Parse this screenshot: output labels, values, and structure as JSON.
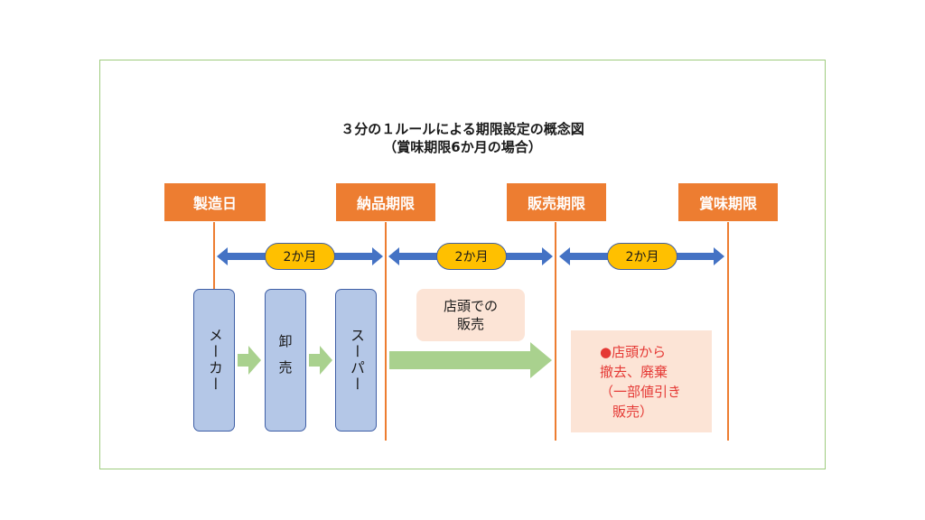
{
  "title_line1": "３分の１ルールによる期限設定の概念図",
  "title_line2": "（賞味期限6か月の場合）",
  "milestones": [
    "製造日",
    "納品期限",
    "販売期限",
    "賞味期限"
  ],
  "period_label": "2か月",
  "actors": {
    "maker": "メーカー",
    "wholesale": "卸売",
    "super": "スーパー"
  },
  "store_sale_line1": "店頭での",
  "store_sale_line2": "販売",
  "disposal": {
    "line1": "店頭から",
    "line2": "撤去、廃棄",
    "line3": "（一部値引き",
    "line4": "販売）"
  },
  "colors": {
    "milestone": "#ed7d31",
    "period_arrow": "#4472c4",
    "period_label": "#ffc000",
    "actor_fill": "#b4c7e7",
    "flow_arrow": "#a9d18e",
    "note_fill": "#fce4d6",
    "disposal_text": "#e53935"
  }
}
